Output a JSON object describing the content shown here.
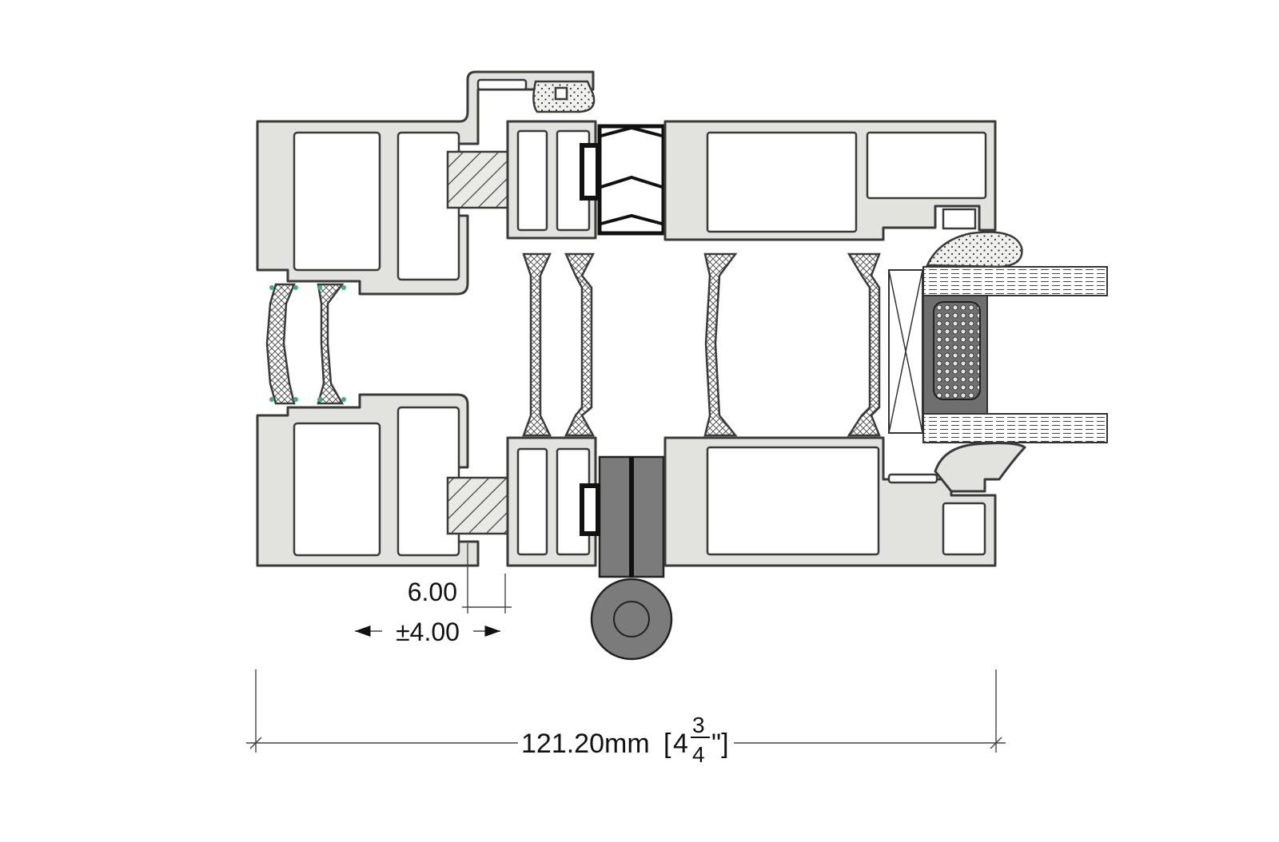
{
  "drawing": {
    "dimension_offset": "6.00",
    "dimension_tolerance": "±4.00",
    "overall_width_metric": "121.20mm",
    "overall_width_imperial_whole": "4",
    "overall_width_imperial_numerator": "3",
    "overall_width_imperial_denominator": "4",
    "open_bracket": "[",
    "close_bracket": "\"]"
  },
  "colors": {
    "aluminium": "#e2e2df",
    "outline": "#3a3a3a",
    "hinge": "#7b7b7b",
    "gasket": "#111111"
  }
}
